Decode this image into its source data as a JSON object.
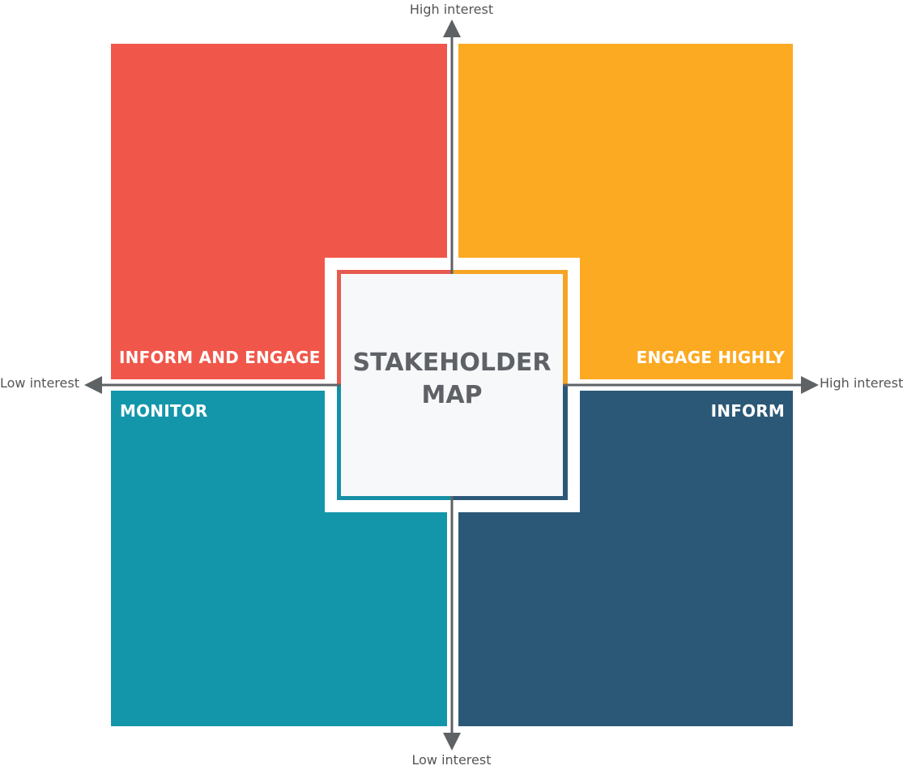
{
  "axes": {
    "top": "High interest",
    "bottom": "Low interest",
    "left": "Low interest",
    "right": "High interest"
  },
  "quadrants": {
    "top_left": {
      "label": "INFORM AND ENGAGE",
      "color": "#f0574a"
    },
    "top_right": {
      "label": "ENGAGE HIGHLY",
      "color": "#fcaa22"
    },
    "bottom_left": {
      "label": "MONITOR",
      "color": "#1396aa"
    },
    "bottom_right": {
      "label": "INFORM",
      "color": "#2c5877"
    }
  },
  "center": {
    "title": "STAKEHOLDER MAP"
  },
  "colors": {
    "axis": "#5f6265",
    "center_background": "#f6f8fa",
    "center_text": "#5e6166"
  }
}
